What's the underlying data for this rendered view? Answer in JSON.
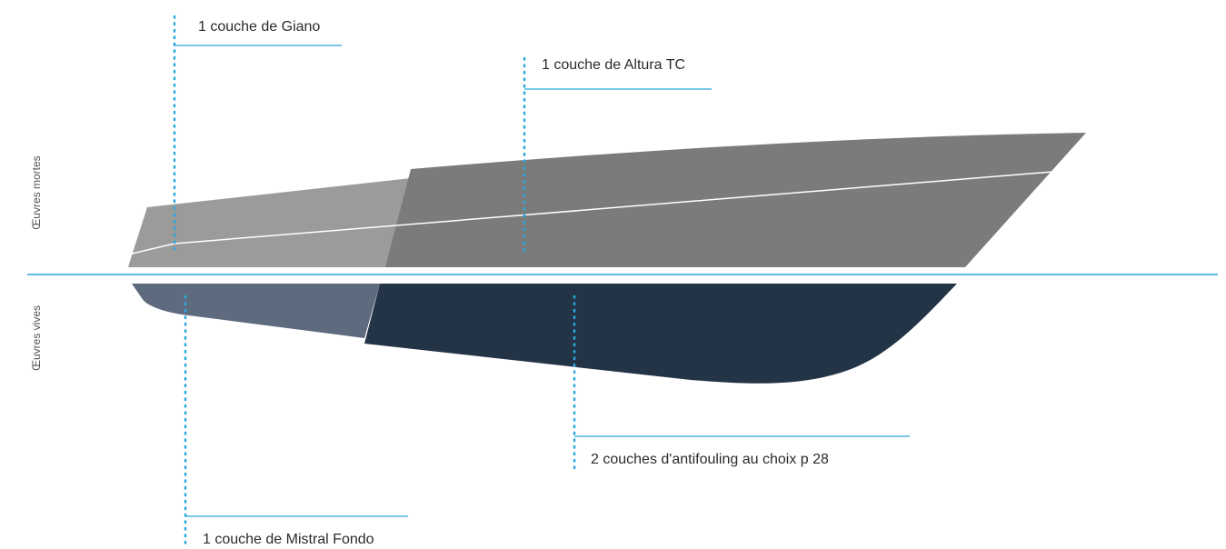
{
  "section_labels": {
    "above_waterline": "Œuvres mortes",
    "below_waterline": "Œuvres vives"
  },
  "callouts": {
    "giano": "1 couche de Giano",
    "altura": "1 couche de Altura TC",
    "antifouling": "2 couches d'antifouling au choix p 28",
    "mistral": "1 couche de Mistral Fondo"
  },
  "colors": {
    "waterline": "#2aa7dc",
    "callout_line": "#2aa7dc",
    "topsides_aft": "#9b9b9a",
    "topsides_fwd": "#7b7b7b",
    "bottom_aft": "#5e6a7e",
    "bottom_fwd": "#243447",
    "sheer_line": "#ffffff"
  },
  "icons": {
    "hull": "boat-hull-side-view"
  }
}
